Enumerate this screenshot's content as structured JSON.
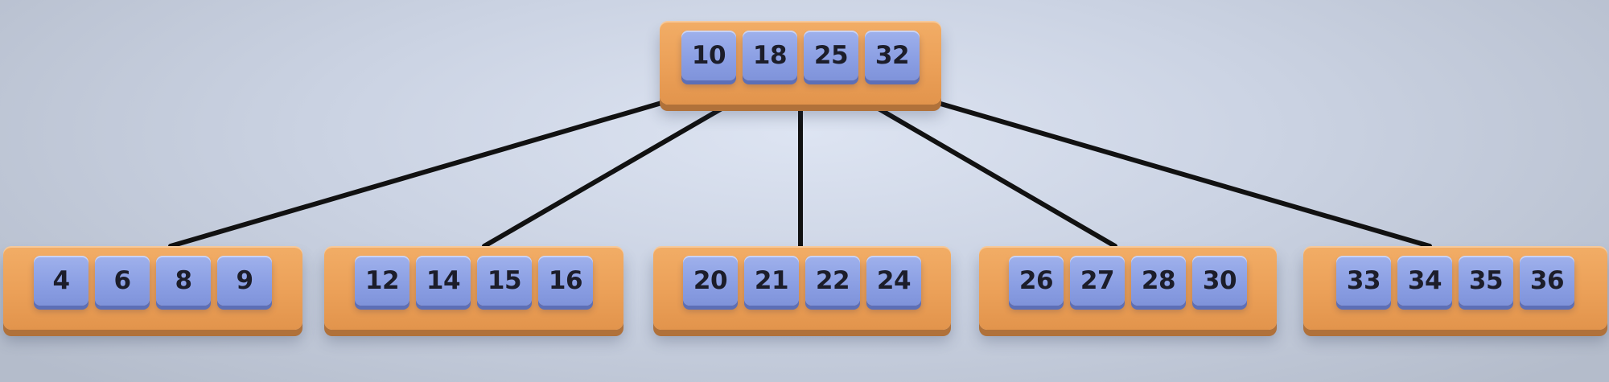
{
  "tree": {
    "root": {
      "keys": [
        "10",
        "18",
        "25",
        "32"
      ]
    },
    "children": [
      {
        "keys": [
          "4",
          "6",
          "8",
          "9"
        ]
      },
      {
        "keys": [
          "12",
          "14",
          "15",
          "16"
        ]
      },
      {
        "keys": [
          "20",
          "21",
          "22",
          "24"
        ]
      },
      {
        "keys": [
          "26",
          "27",
          "28",
          "30"
        ]
      },
      {
        "keys": [
          "33",
          "34",
          "35",
          "36"
        ]
      }
    ]
  },
  "colors": {
    "node": "#eba058",
    "key": "#8a9ee3",
    "edge": "#111111",
    "text": "#1c1d2a"
  }
}
